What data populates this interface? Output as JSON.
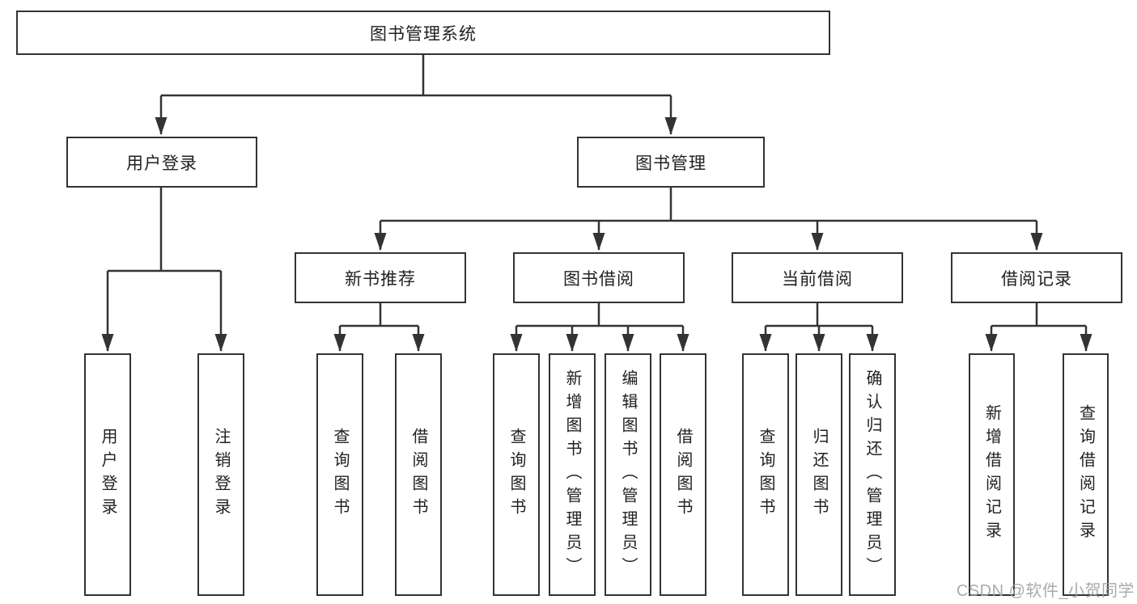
{
  "tree": {
    "root": "图书管理系统",
    "children": [
      {
        "label": "用户登录",
        "children": [
          "用户登录",
          "注销登录"
        ]
      },
      {
        "label": "图书管理",
        "children": [
          {
            "label": "新书推荐",
            "children": [
              "查询图书",
              "借阅图书"
            ]
          },
          {
            "label": "图书借阅",
            "children": [
              "查询图书",
              "新增图书（管理员）",
              "编辑图书（管理员）",
              "借阅图书"
            ]
          },
          {
            "label": "当前借阅",
            "children": [
              "查询图书",
              "归还图书",
              "确认归还（管理员）"
            ]
          },
          {
            "label": "借阅记录",
            "children": [
              "新增借阅记录",
              "查询借阅记录"
            ]
          }
        ]
      }
    ]
  },
  "watermark": {
    "text": "CSDN @软件_小贺同学"
  },
  "colors": {
    "line": "#333333",
    "box_border": "#333333",
    "text": "#212121",
    "watermark": "#a3a3a3",
    "background": "#ffffff"
  }
}
